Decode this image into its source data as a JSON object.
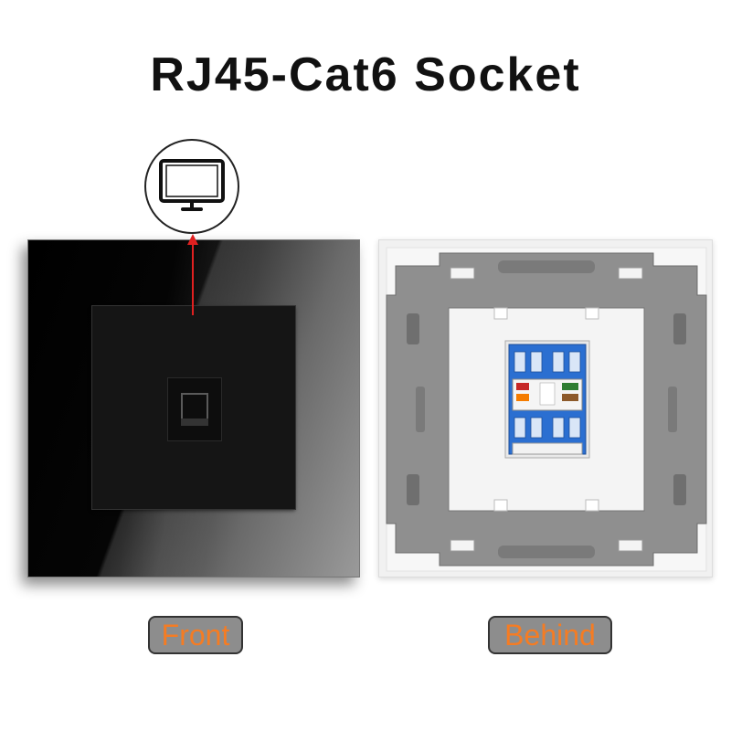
{
  "title": "RJ45-Cat6 Socket",
  "labels": {
    "front": "Front",
    "behind": "Behind"
  },
  "icons": {
    "monitor": "monitor-icon",
    "ethernet_port": "ethernet-port-icon"
  },
  "colors": {
    "label_text": "#f57c23",
    "label_bg": "#8d8d8d",
    "arrow": "#e02020",
    "front_panel": "#000000",
    "frame_gray": "#8f8f8f",
    "module_blue": "#2b6fd1"
  }
}
